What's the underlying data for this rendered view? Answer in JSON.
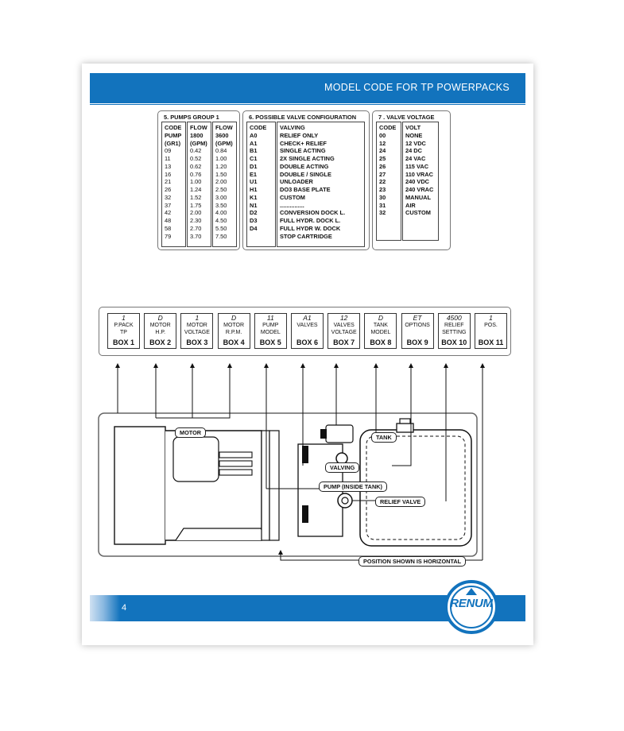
{
  "header": {
    "title": "MODEL CODE FOR TP POWERPACKS"
  },
  "page_number": "4",
  "logo_text": "RENUM",
  "pumps_group": {
    "title": "5.   PUMPS GROUP 1",
    "code_column": [
      "CODE",
      "PUMP",
      "(GR1)",
      "09",
      "11",
      "13",
      "16",
      "21",
      "26",
      "32",
      "37",
      "42",
      "48",
      "58",
      "79"
    ],
    "flow_1800_column": [
      "FLOW",
      "1800",
      "(GPM)",
      "0.42",
      "0.52",
      "0.62",
      "0.76",
      "1.00",
      "1.24",
      "1.52",
      "1.75",
      "2.00",
      "2.30",
      "2.70",
      "3.70"
    ],
    "flow_3600_column": [
      "FLOW",
      "3600",
      "(GPM)",
      "0.84",
      "1.00",
      "1.20",
      "1.50",
      "2.00",
      "2.50",
      "3.00",
      "3.50",
      "4.00",
      "4.50",
      "5.50",
      "7.50"
    ]
  },
  "valve_config": {
    "title": "6.   POSSIBLE VALVE CONFIGURATION",
    "codes": [
      "CODE",
      "A0",
      "A1",
      "B1",
      "C1",
      "D1",
      "E1",
      "U1",
      "H1",
      "K1",
      "N1",
      "D2",
      "D3",
      "D4"
    ],
    "descriptions": [
      "VALVING",
      "RELIEF ONLY",
      "CHECK+ RELIEF",
      "SINGLE ACTING",
      "2X SINGLE ACTING",
      "DOUBLE ACTING",
      "DOUBLE / SINGLE",
      "UNLOADER",
      "DO3 BASE PLATE",
      "CUSTOM",
      "...............",
      "CONVERSION DOCK L.",
      "FULL HYDR. DOCK L.",
      "FULL HYDR W. DOCK",
      "STOP CARTRIDGE"
    ]
  },
  "valve_voltage": {
    "title": "7  . VALVE VOLTAGE",
    "codes": [
      "CODE",
      "00",
      "12",
      "24",
      "25",
      "26",
      "27",
      "22",
      "23",
      "30",
      "31",
      "32"
    ],
    "volts": [
      "VOLT",
      "NONE",
      "12 VDC",
      "24 DC",
      "24 VAC",
      "115 VAC",
      "110 VRAC",
      "240 VDC",
      "240 VRAC",
      "MANUAL",
      "AIR",
      "CUSTOM"
    ]
  },
  "model_boxes": [
    {
      "value": "1",
      "desc": [
        "P.PACK",
        "TP"
      ],
      "label": "BOX 1"
    },
    {
      "value": "D",
      "desc": [
        "MOTOR",
        "H.P."
      ],
      "label": "BOX 2"
    },
    {
      "value": "1",
      "desc": [
        "MOTOR",
        "VOLTAGE"
      ],
      "label": "BOX 3"
    },
    {
      "value": "D",
      "desc": [
        "MOTOR",
        "R.P.M."
      ],
      "label": "BOX 4"
    },
    {
      "value": "11",
      "desc": [
        "PUMP",
        "MODEL"
      ],
      "label": "BOX 5"
    },
    {
      "value": "A1",
      "desc": [
        "VALVES",
        ""
      ],
      "label": "BOX 6"
    },
    {
      "value": "12",
      "desc": [
        "VALVES",
        "VOLTAGE"
      ],
      "label": "BOX 7"
    },
    {
      "value": "D",
      "desc": [
        "TANK",
        "MODEL"
      ],
      "label": "BOX 8"
    },
    {
      "value": "ET",
      "desc": [
        "OPTIONS",
        ""
      ],
      "label": "BOX 9"
    },
    {
      "value": "4500",
      "desc": [
        "RELIEF",
        "SETTING"
      ],
      "label": "BOX 10"
    },
    {
      "value": "1",
      "desc": [
        "POS.",
        ""
      ],
      "label": "BOX 11"
    }
  ],
  "callouts": {
    "motor": "MOTOR",
    "tank": "TANK",
    "valving": "VALVING",
    "pump": "PUMP (INSIDE TANK)",
    "relief_valve": "RELIEF VALVE",
    "position": "POSITION SHOWN IS  HORIZONTAL"
  },
  "colors": {
    "brand_blue": "#1273bd"
  }
}
